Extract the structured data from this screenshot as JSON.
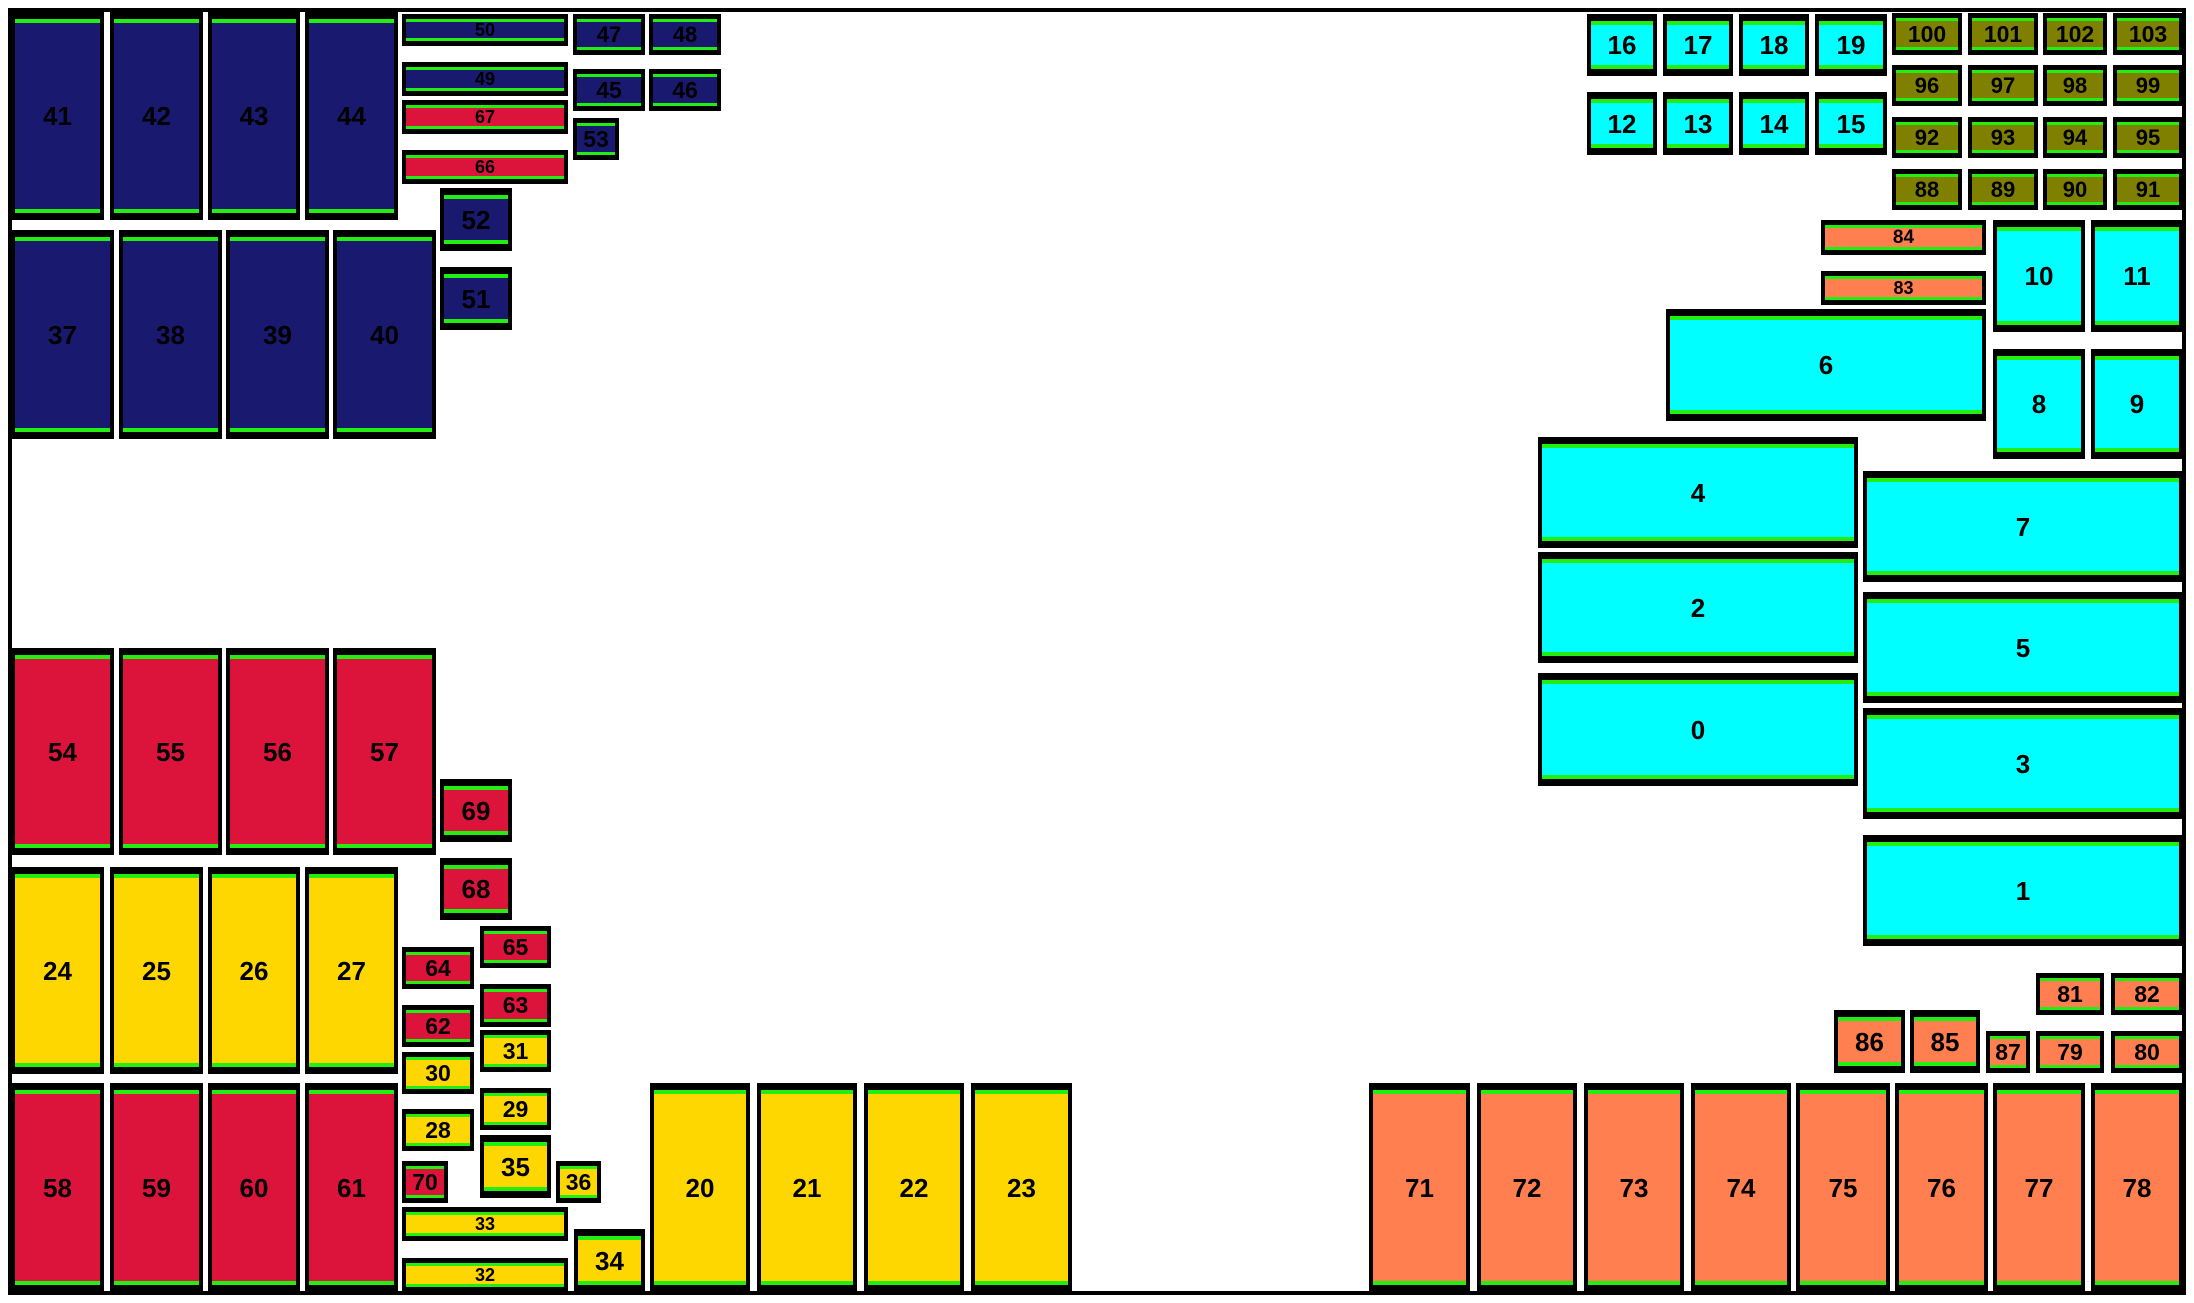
{
  "colors": {
    "navy": "#191970",
    "crimson": "#dc143c",
    "gold": "#ffd700",
    "cyan": "#00ffff",
    "olive": "#808000",
    "coral": "#ff7f50",
    "stripe": "#22ee11",
    "border": "#000000"
  },
  "boxes": [
    {
      "label": "0",
      "color": "cyan"
    },
    {
      "label": "1",
      "color": "cyan"
    },
    {
      "label": "2",
      "color": "cyan"
    },
    {
      "label": "3",
      "color": "cyan"
    },
    {
      "label": "4",
      "color": "cyan"
    },
    {
      "label": "5",
      "color": "cyan"
    },
    {
      "label": "6",
      "color": "cyan"
    },
    {
      "label": "7",
      "color": "cyan"
    },
    {
      "label": "8",
      "color": "cyan"
    },
    {
      "label": "9",
      "color": "cyan"
    },
    {
      "label": "10",
      "color": "cyan"
    },
    {
      "label": "11",
      "color": "cyan"
    },
    {
      "label": "12",
      "color": "cyan"
    },
    {
      "label": "13",
      "color": "cyan"
    },
    {
      "label": "14",
      "color": "cyan"
    },
    {
      "label": "15",
      "color": "cyan"
    },
    {
      "label": "16",
      "color": "cyan"
    },
    {
      "label": "17",
      "color": "cyan"
    },
    {
      "label": "18",
      "color": "cyan"
    },
    {
      "label": "19",
      "color": "cyan"
    },
    {
      "label": "20",
      "color": "gold"
    },
    {
      "label": "21",
      "color": "gold"
    },
    {
      "label": "22",
      "color": "gold"
    },
    {
      "label": "23",
      "color": "gold"
    },
    {
      "label": "24",
      "color": "gold"
    },
    {
      "label": "25",
      "color": "gold"
    },
    {
      "label": "26",
      "color": "gold"
    },
    {
      "label": "27",
      "color": "gold"
    },
    {
      "label": "28",
      "color": "gold"
    },
    {
      "label": "29",
      "color": "gold"
    },
    {
      "label": "30",
      "color": "gold"
    },
    {
      "label": "31",
      "color": "gold"
    },
    {
      "label": "32",
      "color": "gold"
    },
    {
      "label": "33",
      "color": "gold"
    },
    {
      "label": "34",
      "color": "gold"
    },
    {
      "label": "35",
      "color": "gold"
    },
    {
      "label": "36",
      "color": "gold"
    },
    {
      "label": "37",
      "color": "navy"
    },
    {
      "label": "38",
      "color": "navy"
    },
    {
      "label": "39",
      "color": "navy"
    },
    {
      "label": "40",
      "color": "navy"
    },
    {
      "label": "41",
      "color": "navy"
    },
    {
      "label": "42",
      "color": "navy"
    },
    {
      "label": "43",
      "color": "navy"
    },
    {
      "label": "44",
      "color": "navy"
    },
    {
      "label": "45",
      "color": "navy"
    },
    {
      "label": "46",
      "color": "navy"
    },
    {
      "label": "47",
      "color": "navy"
    },
    {
      "label": "48",
      "color": "navy"
    },
    {
      "label": "49",
      "color": "navy"
    },
    {
      "label": "50",
      "color": "navy"
    },
    {
      "label": "51",
      "color": "navy"
    },
    {
      "label": "52",
      "color": "navy"
    },
    {
      "label": "53",
      "color": "navy"
    },
    {
      "label": "54",
      "color": "crimson"
    },
    {
      "label": "55",
      "color": "crimson"
    },
    {
      "label": "56",
      "color": "crimson"
    },
    {
      "label": "57",
      "color": "crimson"
    },
    {
      "label": "58",
      "color": "crimson"
    },
    {
      "label": "59",
      "color": "crimson"
    },
    {
      "label": "60",
      "color": "crimson"
    },
    {
      "label": "61",
      "color": "crimson"
    },
    {
      "label": "62",
      "color": "crimson"
    },
    {
      "label": "63",
      "color": "crimson"
    },
    {
      "label": "64",
      "color": "crimson"
    },
    {
      "label": "65",
      "color": "crimson"
    },
    {
      "label": "66",
      "color": "crimson"
    },
    {
      "label": "67",
      "color": "crimson"
    },
    {
      "label": "68",
      "color": "crimson"
    },
    {
      "label": "69",
      "color": "crimson"
    },
    {
      "label": "70",
      "color": "crimson"
    },
    {
      "label": "71",
      "color": "coral"
    },
    {
      "label": "72",
      "color": "coral"
    },
    {
      "label": "73",
      "color": "coral"
    },
    {
      "label": "74",
      "color": "coral"
    },
    {
      "label": "75",
      "color": "coral"
    },
    {
      "label": "76",
      "color": "coral"
    },
    {
      "label": "77",
      "color": "coral"
    },
    {
      "label": "78",
      "color": "coral"
    },
    {
      "label": "79",
      "color": "coral"
    },
    {
      "label": "80",
      "color": "coral"
    },
    {
      "label": "81",
      "color": "coral"
    },
    {
      "label": "82",
      "color": "coral"
    },
    {
      "label": "83",
      "color": "coral"
    },
    {
      "label": "84",
      "color": "coral"
    },
    {
      "label": "85",
      "color": "coral"
    },
    {
      "label": "86",
      "color": "coral"
    },
    {
      "label": "87",
      "color": "coral"
    },
    {
      "label": "88",
      "color": "olive"
    },
    {
      "label": "89",
      "color": "olive"
    },
    {
      "label": "90",
      "color": "olive"
    },
    {
      "label": "91",
      "color": "olive"
    },
    {
      "label": "92",
      "color": "olive"
    },
    {
      "label": "93",
      "color": "olive"
    },
    {
      "label": "94",
      "color": "olive"
    },
    {
      "label": "95",
      "color": "olive"
    },
    {
      "label": "96",
      "color": "olive"
    },
    {
      "label": "97",
      "color": "olive"
    },
    {
      "label": "98",
      "color": "olive"
    },
    {
      "label": "99",
      "color": "olive"
    },
    {
      "label": "100",
      "color": "olive"
    },
    {
      "label": "101",
      "color": "olive"
    },
    {
      "label": "102",
      "color": "olive"
    },
    {
      "label": "103",
      "color": "olive"
    }
  ]
}
